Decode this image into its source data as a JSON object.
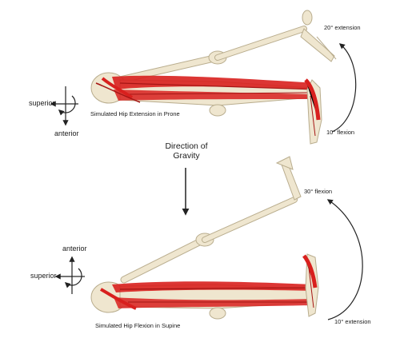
{
  "top_panel": {
    "caption": "Simulated Hip Extension in Prone",
    "angle_high": "20° extension",
    "angle_low": "10° flexion",
    "axes": {
      "left": "superior",
      "down": "anterior"
    }
  },
  "gravity": {
    "line1": "Direction of",
    "line2": "Gravity"
  },
  "bottom_panel": {
    "caption": "Simulated Hip Flexion in Supine",
    "angle_high": "30° flexion",
    "angle_low": "10° extension",
    "axes": {
      "up": "anterior",
      "left": "superior"
    }
  },
  "colors": {
    "bone": "#efe6cf",
    "bone_edge": "#b9ad8e",
    "muscle": "#d8201e",
    "muscle_dark": "#a51514"
  }
}
